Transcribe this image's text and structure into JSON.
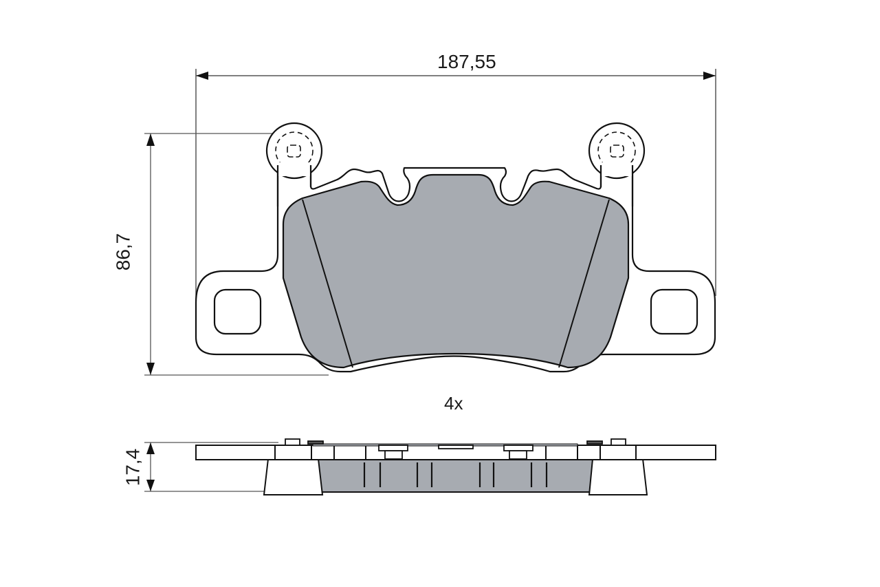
{
  "drawing": {
    "title": "Brake pad set technical drawing",
    "colors": {
      "friction_material": "#a7abb1",
      "outline": "#111111",
      "dimension_line": "#555555",
      "background": "#ffffff"
    },
    "dimensions": {
      "width": "187,55",
      "height": "86,7",
      "thickness": "17,4"
    },
    "quantity": "4x",
    "views": [
      "front-view",
      "side-view"
    ]
  }
}
